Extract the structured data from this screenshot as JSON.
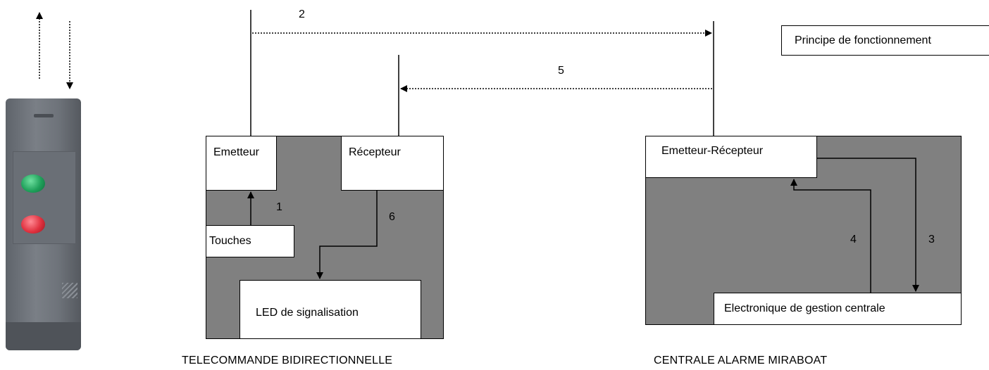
{
  "title_box": "Principe de fonctionnement",
  "remote": {
    "emitter": "Emetteur",
    "receiver": "Récepteur",
    "keys": "Touches",
    "led": "LED de signalisation",
    "caption": "TELECOMMANDE BIDIRECTIONNELLE"
  },
  "central": {
    "transceiver": "Emetteur-Récepteur",
    "electronics": "Electronique de gestion centrale",
    "caption": "CENTRALE ALARME MIRABOAT"
  },
  "steps": [
    "1",
    "2",
    "3",
    "4",
    "5",
    "6"
  ],
  "colors": {
    "panel": "#808080",
    "green_button": "#1fa05a",
    "red_button": "#e0313f",
    "device_body": "#6b7078"
  }
}
